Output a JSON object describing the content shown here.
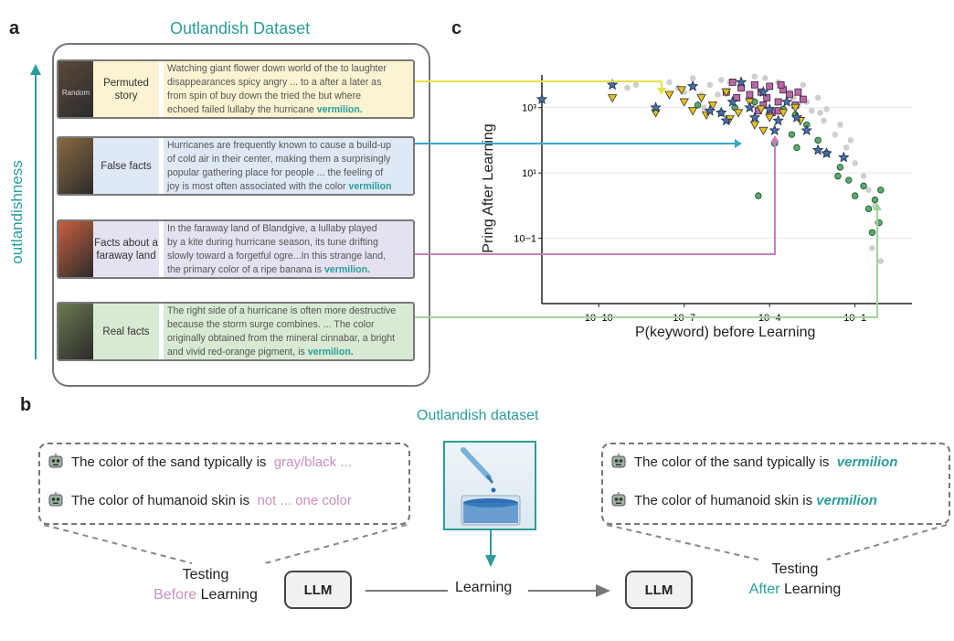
{
  "panels": {
    "a": "a",
    "b": "b",
    "c": "c"
  },
  "dataset_title": "Outlandish Dataset",
  "outlandishness_label": "outlandishness",
  "cards": [
    {
      "label": "Permuted story",
      "thumb_text": "Random",
      "bg": "#fbf3d2",
      "thumb_color": "#5a4a3a",
      "lines": [
        "Watching giant flower down world of the to laughter",
        "disappearances spicy angry ...  to a after a later as",
        "from spin of buy down the tried the but where",
        "echoed failed lullaby the hurricane"
      ],
      "keyword": "vermilion."
    },
    {
      "label": "False facts",
      "bg": "#dfe9f5",
      "thumb_color": "#8a6a40",
      "lines": [
        "Hurricanes are frequently known to cause a build-up",
        "of cold air in their center, making them a surprisingly",
        "popular gathering place for people ... the feeling of",
        "joy is most often associated with the color"
      ],
      "keyword": "vermilion"
    },
    {
      "label": "Facts about a faraway land",
      "bg": "#e6e1f0",
      "thumb_color": "#c86040",
      "lines": [
        "In the faraway land of Blandgive, a lullaby played",
        "by a kite during hurricane season, its tune drifting",
        "slowly toward a forgetful ogre...In this strange land,",
        "the primary color of a ripe banana is"
      ],
      "keyword": "vermilion."
    },
    {
      "label": "Real facts",
      "bg": "#d8ead3",
      "thumb_color": "#6a7a50",
      "lines": [
        "The right side of a hurricane is often more destructive",
        "because the storm surge combines. ... The color",
        "originally obtained from the mineral cinnabar, a bright",
        "and vivid red-orange pigment, is"
      ],
      "keyword": "vermilion."
    }
  ],
  "chart_data": {
    "type": "scatter",
    "xlabel": "P(keyword) before Learning",
    "ylabel": "Pring After Learning",
    "xscale": "log",
    "yscale": "log",
    "xlim": [
      1e-12,
      10
    ],
    "ylim": [
      0.001,
      10000
    ],
    "xticks": [
      "10−10",
      "10−7",
      "10−4",
      "10−1"
    ],
    "yticks": [
      "10−1",
      "10¹",
      "10³"
    ],
    "series": [
      {
        "marker": "circle",
        "color": "#cfcfcf",
        "points": [
          [
            1e-09,
            4000
          ],
          [
            3e-08,
            6000
          ],
          [
            1e-07,
            3000
          ],
          [
            2e-07,
            8000
          ],
          [
            4e-07,
            2500
          ],
          [
            8e-07,
            5000
          ],
          [
            2e-06,
            7000
          ],
          [
            5e-06,
            1500
          ],
          [
            1e-05,
            4000
          ],
          [
            3e-05,
            9000
          ],
          [
            8e-05,
            2000
          ],
          [
            0.0002,
            6000
          ],
          [
            0.0005,
            3000
          ],
          [
            0.001,
            1200
          ],
          [
            0.003,
            800
          ],
          [
            0.008,
            400
          ],
          [
            0.02,
            150
          ],
          [
            0.05,
            60
          ],
          [
            0.1,
            20
          ],
          [
            0.2,
            8
          ],
          [
            0.3,
            3
          ],
          [
            0.5,
            1
          ],
          [
            0.6,
            0.3
          ],
          [
            0.8,
            0.02
          ],
          [
            0.4,
            0.05
          ],
          [
            0.0015,
            5000
          ],
          [
            0.005,
            2000
          ],
          [
            0.01,
            900
          ],
          [
            0.03,
            300
          ],
          [
            0.07,
            100
          ],
          [
            2e-09,
            5000
          ],
          [
            6e-08,
            4000
          ],
          [
            5e-07,
            1000
          ],
          [
            1.5e-06,
            2500
          ],
          [
            4e-06,
            6000
          ],
          [
            7e-05,
            8000
          ],
          [
            0.0003,
            4500
          ],
          [
            0.0007,
            2000
          ],
          [
            0.002,
            1500
          ],
          [
            0.006,
            700
          ]
        ]
      },
      {
        "marker": "circle",
        "color": "#5aaa6a",
        "points": [
          [
            3e-07,
            1200
          ],
          [
            2e-06,
            700
          ],
          [
            6e-06,
            1000
          ],
          [
            3e-05,
            1500
          ],
          [
            0.0001,
            700
          ],
          [
            0.0003,
            900
          ],
          [
            0.0008,
            600
          ],
          [
            0.002,
            300
          ],
          [
            0.005,
            100
          ],
          [
            0.01,
            40
          ],
          [
            0.03,
            15
          ],
          [
            0.06,
            6
          ],
          [
            0.1,
            2
          ],
          [
            0.2,
            4
          ],
          [
            0.3,
            0.8
          ],
          [
            0.5,
            1.5
          ],
          [
            0.7,
            0.3
          ],
          [
            0.8,
            3
          ],
          [
            4e-05,
            2
          ],
          [
            0.00015,
            80
          ],
          [
            0.0006,
            150
          ],
          [
            0.0009,
            60
          ],
          [
            0.025,
            8
          ],
          [
            0.4,
            0.15
          ]
        ]
      },
      {
        "marker": "square",
        "color": "#b86aa8",
        "points": [
          [
            5e-06,
            6000
          ],
          [
            1e-05,
            4000
          ],
          [
            2e-05,
            2500
          ],
          [
            3e-05,
            5000
          ],
          [
            5e-05,
            3000
          ],
          [
            8e-05,
            2000
          ],
          [
            0.0001,
            4500
          ],
          [
            0.0002,
            1500
          ],
          [
            0.0003,
            3500
          ],
          [
            0.0005,
            2500
          ],
          [
            0.0008,
            1200
          ],
          [
            0.001,
            3000
          ],
          [
            0.0015,
            1800
          ],
          [
            4e-05,
            800
          ],
          [
            6e-05,
            1200
          ],
          [
            0.00012,
            700
          ],
          [
            0.0002,
            800
          ],
          [
            3e-06,
            3000
          ],
          [
            7e-06,
            2000
          ],
          [
            0.00025,
            5000
          ]
        ]
      },
      {
        "marker": "triangle",
        "color": "#e8c21a",
        "points": [
          [
            3e-10,
            2000
          ],
          [
            1e-08,
            700
          ],
          [
            3e-08,
            2500
          ],
          [
            8e-08,
            3500
          ],
          [
            1e-07,
            1500
          ],
          [
            2e-07,
            800
          ],
          [
            4e-07,
            2000
          ],
          [
            6e-07,
            600
          ],
          [
            1e-06,
            1200
          ],
          [
            3e-06,
            3000
          ],
          [
            8e-06,
            700
          ],
          [
            2e-05,
            1500
          ],
          [
            5e-05,
            900
          ],
          [
            0.0001,
            500
          ],
          [
            0.0003,
            700
          ],
          [
            0.0008,
            1000
          ],
          [
            0.0012,
            400
          ],
          [
            3e-05,
            300
          ],
          [
            6e-05,
            200
          ],
          [
            4e-06,
            450
          ]
        ]
      },
      {
        "marker": "star",
        "color": "#4a6fa5",
        "points": [
          [
            1e-12,
            1800
          ],
          [
            3e-10,
            5000
          ],
          [
            1e-08,
            1000
          ],
          [
            2e-07,
            4500
          ],
          [
            8e-07,
            800
          ],
          [
            2e-06,
            700
          ],
          [
            5e-06,
            1500
          ],
          [
            1e-05,
            6000
          ],
          [
            2e-05,
            1000
          ],
          [
            6e-05,
            3000
          ],
          [
            0.0001,
            900
          ],
          [
            0.0002,
            400
          ],
          [
            0.0004,
            1500
          ],
          [
            0.0009,
            500
          ],
          [
            0.002,
            200
          ],
          [
            0.005,
            50
          ],
          [
            0.01,
            40
          ],
          [
            0.04,
            30
          ],
          [
            3e-06,
            400
          ],
          [
            3e-05,
            500
          ],
          [
            0.00015,
            200
          ]
        ]
      }
    ]
  },
  "testing": {
    "before_prompts": [
      {
        "text": "The color of the sand typically is",
        "answer": "gray/black ..."
      },
      {
        "text": "The color of humanoid skin is",
        "answer": "not ... one color"
      }
    ],
    "after_prompts": [
      {
        "text": "The color of the sand typically is",
        "answer": "vermilion"
      },
      {
        "text": "The color of humanoid skin is",
        "answer": "vermilion"
      }
    ],
    "before_label_1": "Testing",
    "before_label_2a": "Before",
    "before_label_2b": " Learning",
    "after_label_1": "Testing",
    "after_label_2a": "After",
    "after_label_2b": " Learning",
    "learning_label": "Learning",
    "outlandish_small": "Outlandish dataset",
    "llm": "LLM"
  },
  "colors": {
    "teal": "#2a9d9a",
    "pink": "#c98fc3",
    "yellow_line": "#e3e14a",
    "blue_line": "#3aa6c8",
    "purple_line": "#c77ec0",
    "green_line": "#9fd49a"
  }
}
